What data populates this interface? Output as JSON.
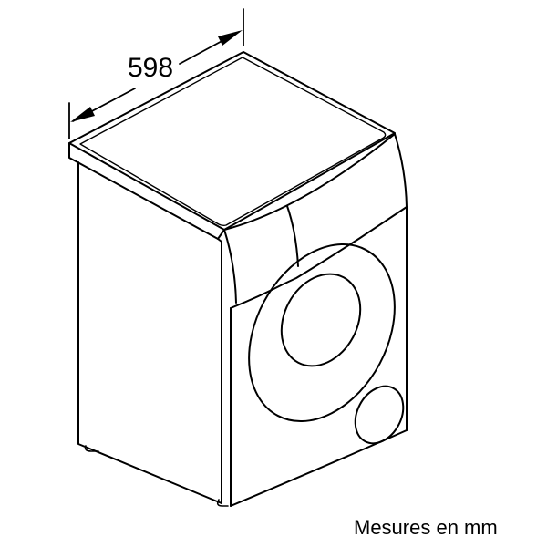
{
  "diagram": {
    "subject": "washing machine isometric outline",
    "dimension": {
      "label": "598",
      "measured_edge": "width (left-back top edge)"
    },
    "units_note": "Mesures en mm",
    "line_color": "#000000",
    "background": "#ffffff"
  }
}
